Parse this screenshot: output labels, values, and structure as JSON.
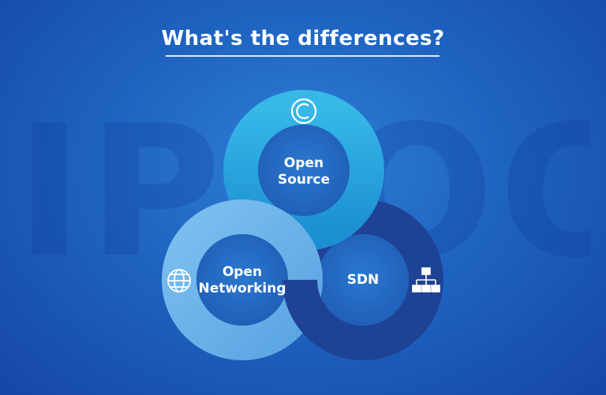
{
  "title": "What's the differences?",
  "watermark": "IPLOOK",
  "nodes": {
    "open_source": {
      "line1": "Open",
      "line2": "Source",
      "icon": "copyright-icon"
    },
    "open_networking": {
      "line1": "Open",
      "line2": "Networking",
      "icon": "globe-icon"
    },
    "sdn": {
      "label": "SDN",
      "icon": "network-hierarchy-icon"
    }
  },
  "colors": {
    "open_source_ring": "#2aa6df",
    "open_networking_ring": "#6fb6ec",
    "sdn_ring": "#1d3f8f",
    "inner_fill": "#2569c4"
  }
}
